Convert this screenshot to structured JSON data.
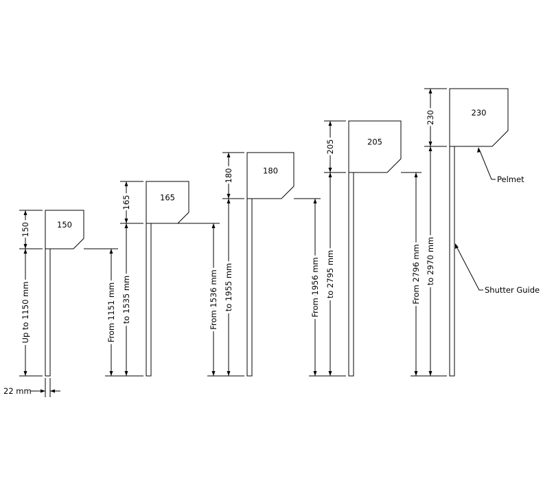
{
  "groups": [
    {
      "pelmet_label": "150",
      "pelmet_dim": "150",
      "from_label": null,
      "to_label": "Up to 1150 mm"
    },
    {
      "pelmet_label": "165",
      "pelmet_dim": "165",
      "from_label": "From 1151 mm",
      "to_label": "to 1535 mm"
    },
    {
      "pelmet_label": "180",
      "pelmet_dim": "180",
      "from_label": "From 1536 mm",
      "to_label": "to 1955 mm"
    },
    {
      "pelmet_label": "205",
      "pelmet_dim": "205",
      "from_label": "From 1956 mm",
      "to_label": "to 2795 mm"
    },
    {
      "pelmet_label": "230",
      "pelmet_dim": "230",
      "from_label": "From 2796 mm",
      "to_label": "to 2970 mm"
    }
  ],
  "guide_width_label": "22 mm",
  "callouts": {
    "pelmet": "Pelmet",
    "shutter_guide": "Shutter Guide"
  }
}
